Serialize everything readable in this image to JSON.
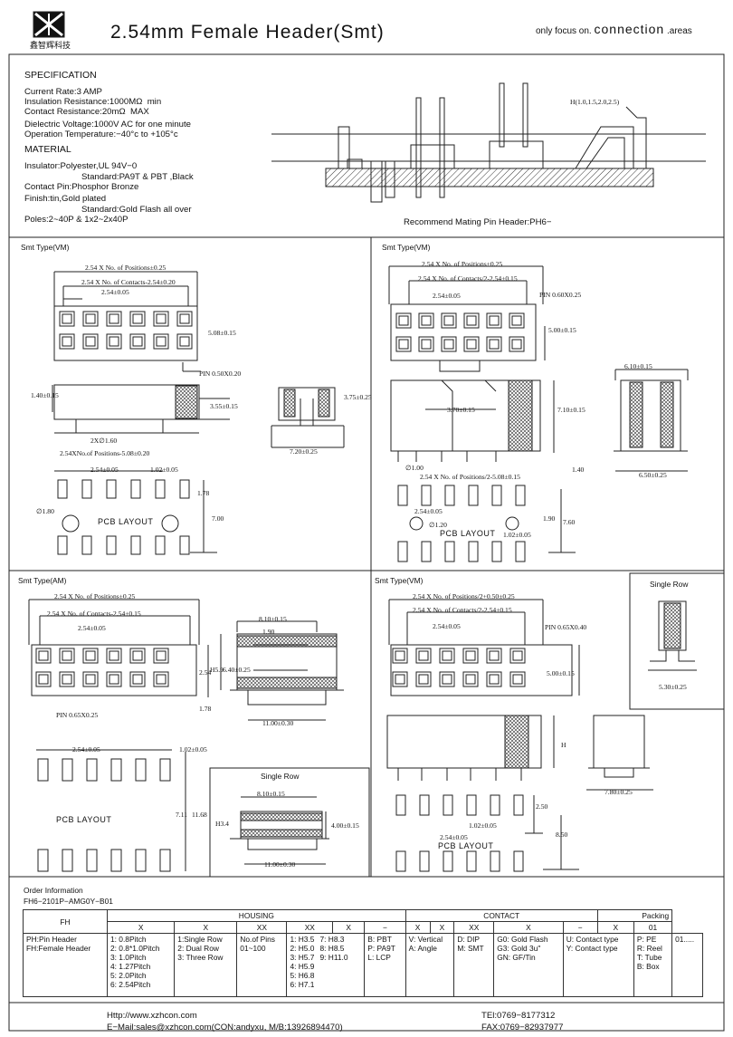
{
  "header": {
    "title": "2.54mm Female Header(Smt)",
    "tag_small": "only focus on.",
    "tag_big": "connection",
    "tag_tail": ".areas",
    "logo_cn": "鑫智辉科技"
  },
  "spec": {
    "title": "SPECIFICATION",
    "lines": [
      "Current Rate:3 AMP",
      "Insulation Resistance:1000MΩ  min",
      "Contact Resistance:20mΩ  MAX",
      "Dielectric Voltage:1000V AC for one minute",
      "Operation Temperature:−40°c to +105°c"
    ],
    "material_title": "MATERIAL",
    "material": [
      "Insulator:Polyester,UL 94V−0",
      "Standard:PA9T & PBT ,Black",
      "Contact Pin:Phosphor Bronze",
      "Finish:tin,Gold plated",
      "Standard:Gold Flash all over",
      "Poles:2~40P & 1x2~2x40P"
    ],
    "h_dim": "H(1.0,1.5,2.0,2.5)",
    "mating": "Recommend Mating Pin Header:PH6−"
  },
  "panels": {
    "p1": {
      "title": "Smt Type(VM)",
      "d1": "2.54 X No. of Positions±0.25",
      "d2": "2.54 X No. of Contacts-2.54±0.20",
      "d3": "2.54±0.05",
      "d4": "5.08±0.15",
      "d5": "PIN 0.50X0.20",
      "d6": "1.40±0.15",
      "d7": "3.55±0.15",
      "d8": "2X∅1.60",
      "d9": "2.54XNo.of Positions-5.08±0.20",
      "d10": "3.75±0.25",
      "d11": "7.20±0.25",
      "d12": "2.54±0.05",
      "d13": "1.02±0.05",
      "d14": "1.78",
      "d15": "∅1.80",
      "d16": "7.00",
      "pcb": "PCB LAYOUT"
    },
    "p2": {
      "title": "Smt Type(VM)",
      "d1": "2.54 X No. of Positions±0.25",
      "d2": "2.54 X No. of Contacts/2-2.54±0.15",
      "d3": "2.54±0.05",
      "d4": "PIN 0.60X0.25",
      "d5": "5.00±0.15",
      "d6": "6.10±0.15",
      "d7": "3.70±0.15",
      "d8": "7.10±0.15",
      "d9": "∅1.00",
      "d10": "2.54 X No. of Positions/2-5.08±0.15",
      "d11": "1.40",
      "d12": "6.50±0.25",
      "d13": "2.54±0.05",
      "d14": "∅1.20",
      "d15": "1.90",
      "d16": "7.60",
      "d17": "1.02±0.05",
      "pcb": "PCB LAYOUT"
    },
    "p3": {
      "title": "Smt Type(AM)",
      "d1": "2.54 X No. of Positions±0.25",
      "d2": "2.54 X No. of Contacts-2.54±0.15",
      "d3": "2.54±0.05",
      "d4": "8.10±0.15",
      "d5": "1.90",
      "d6": "H5.9",
      "d7": "6.40±0.25",
      "d8": "2.54",
      "d9": "1.78",
      "d10": "PIN 0.65X0.25",
      "d11": "11.00±0.30",
      "d12": "2.54±0.05",
      "d13": "1.02±0.05",
      "d14": "7.11",
      "d15": "11.68",
      "pcb": "PCB LAYOUT",
      "sr_title": "Single Row",
      "sr1": "8.10±0.15",
      "sr2": "H3.4",
      "sr3": "4.00±0.15",
      "sr4": "11.00±0.30"
    },
    "p4": {
      "title": "Smt Type(VM)",
      "d1": "2.54 X No. of Positions/2+0.50±0.25",
      "d2": "2.54 X No. of Contacts/2-2.54±0.15",
      "d3": "2.54±0.05",
      "d4": "PIN 0.65X0.40",
      "d5": "5.00±0.15",
      "d6": "H",
      "d7": "7.80±0.25",
      "d8": "2.50",
      "d9": "1.02±0.05",
      "d10": "2.54±0.05",
      "d11": "8.50",
      "pcb": "PCB LAYOUT",
      "sr_title": "Single Row",
      "sr1": "5.30±0.25"
    }
  },
  "order": {
    "title": "Order Information",
    "code": "FH6−2101P−AMG0Y−B01",
    "h_fh": "FH",
    "h_housing": "HOUSING",
    "h_contact": "CONTACT",
    "h_packing": "Packing",
    "x": "X",
    "dash": "−",
    "xx": "XX",
    "n01": "01",
    "fh": [
      "PH:Pin Header",
      "FH:Female Header"
    ],
    "pitch": [
      "1: 0.8Pitch",
      "2: 0.8*1.0Pitch",
      "3: 1.0Pitch",
      "4: 1.27Pitch",
      "5: 2.0Pitch",
      "6: 2.54Pitch"
    ],
    "rows": [
      "1:Single Row",
      "2: Dual Row",
      "3: Three Row"
    ],
    "pins": [
      "No.of Pins",
      "01~100"
    ],
    "height_a": [
      "1: H3.5",
      "2: H5.0",
      "3: H5.7",
      "4: H5.9",
      "5: H6.8",
      "6: H7.1"
    ],
    "height_b": [
      "7: H8.3",
      "8: H8.5",
      "9: H11.0"
    ],
    "mat": [
      "B: PBT",
      "P: PA9T",
      "L: LCP"
    ],
    "orient": [
      "V: Vertical",
      "A: Angle"
    ],
    "mount": [
      "D: DIP",
      "M: SMT"
    ],
    "plating": [
      "G0: Gold Flash",
      "G3: Gold 3u\"",
      "GN: GF/Tin"
    ],
    "ctype": [
      "U: Contact type",
      "Y: Contact type"
    ],
    "pack": [
      "P: PE",
      "R: Reel",
      "T: Tube",
      "B: Box"
    ],
    "pack_n": "01....."
  },
  "footer": {
    "http": "Http://www.xzhcon.com",
    "email": "E−Mail:sales@xzhcon.com(CON:andyxu, M/B:13926894470)",
    "tel": "TEl:0769−8177312",
    "fax": "FAX:0769−82937977"
  }
}
